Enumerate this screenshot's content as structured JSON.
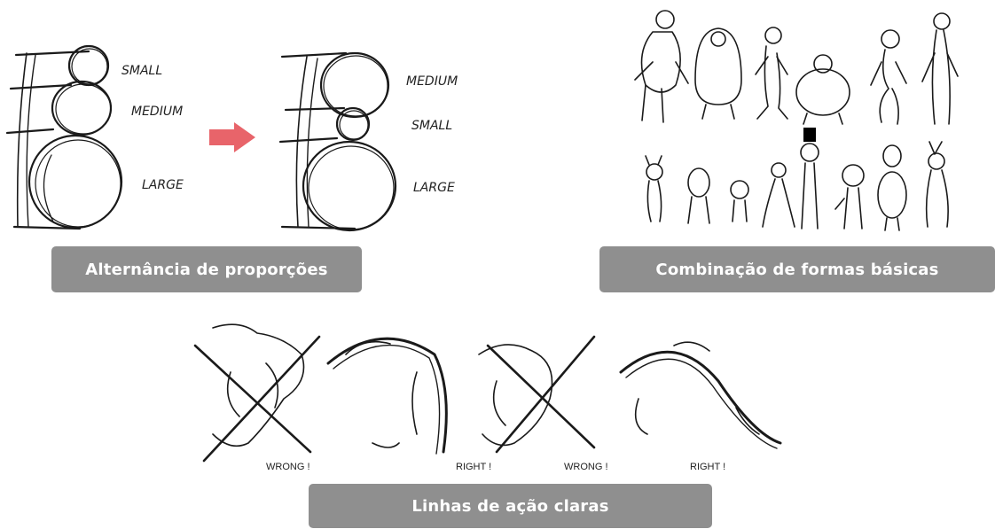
{
  "panel_proportions": {
    "left_figure": {
      "label_top": "SMALL",
      "label_mid": "MEDIUM",
      "label_bottom": "LARGE"
    },
    "right_figure": {
      "label_top": "MEDIUM",
      "label_mid": "SMALL",
      "label_bottom": "LARGE"
    },
    "arrow_color": "#e8646a",
    "caption": "Alternância de proporções"
  },
  "panel_shapes": {
    "caption": "Combinação de formas básicas"
  },
  "panel_action": {
    "labels": [
      "WRONG !",
      "RIGHT !",
      "WRONG !",
      "RIGHT !"
    ],
    "caption": "Linhas de ação claras"
  },
  "colors": {
    "caption_bg": "#8f8f8f",
    "caption_text": "#ffffff",
    "arrow": "#e8646a"
  }
}
